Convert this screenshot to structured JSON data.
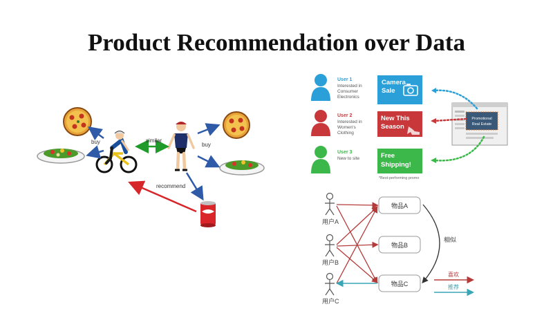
{
  "title": "Product Recommendation over Data",
  "left_diagram": {
    "buy_label_1": "buy",
    "similar_label": "similar",
    "buy_label_2": "buy",
    "recommend_label": "recommend"
  },
  "promo_panel": {
    "users": [
      {
        "name": "User 1",
        "desc": [
          "Interested in",
          "Consumer",
          "Electronics"
        ],
        "promo": [
          "Camera",
          "Sale"
        ],
        "color": "#2b9fd8"
      },
      {
        "name": "User 2",
        "desc": [
          "Interested in",
          "Women's",
          "Clothing"
        ],
        "promo": [
          "New This",
          "Season"
        ],
        "color": "#c8383b"
      },
      {
        "name": "User 3",
        "desc": [
          "New to site"
        ],
        "promo": [
          "Free",
          "Shipping!"
        ],
        "color": "#3cb84a"
      }
    ],
    "footnote": "*Best-performing promo",
    "screen_label": [
      "Promotional",
      "Real Estate"
    ]
  },
  "cf_diagram": {
    "users": [
      "用户A",
      "用户B",
      "用户C"
    ],
    "items": [
      "物品A",
      "物品B",
      "物品C"
    ],
    "similar_label": "相似",
    "legend": [
      {
        "label": "喜欢",
        "color": "#b53a3a"
      },
      {
        "label": "推荐",
        "color": "#3aa5b5"
      }
    ]
  }
}
